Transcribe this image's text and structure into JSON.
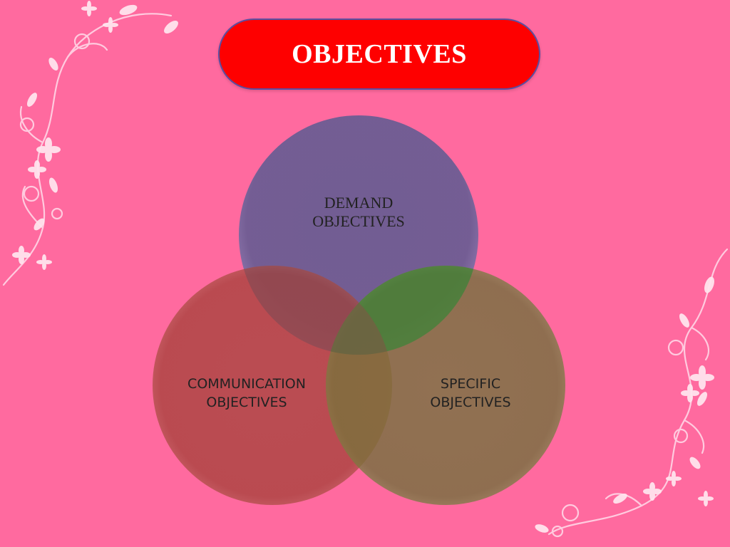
{
  "title": "OBJECTIVES",
  "circles": [
    {
      "lines": [
        "DEMAND",
        "OBJECTIVES"
      ],
      "color": "#6b5b95"
    },
    {
      "lines": [
        "COMMUNICATION",
        "OBJECTIVES"
      ],
      "color": "#b24444"
    },
    {
      "lines": [
        "SPECIFIC",
        "OBJECTIVES"
      ],
      "color": "#7d7040"
    }
  ],
  "colors": {
    "background": "#ff6a9f",
    "title_box": "#fe0000",
    "title_border": "#5a4ea0",
    "overlap_green": "#2e8b2e"
  }
}
